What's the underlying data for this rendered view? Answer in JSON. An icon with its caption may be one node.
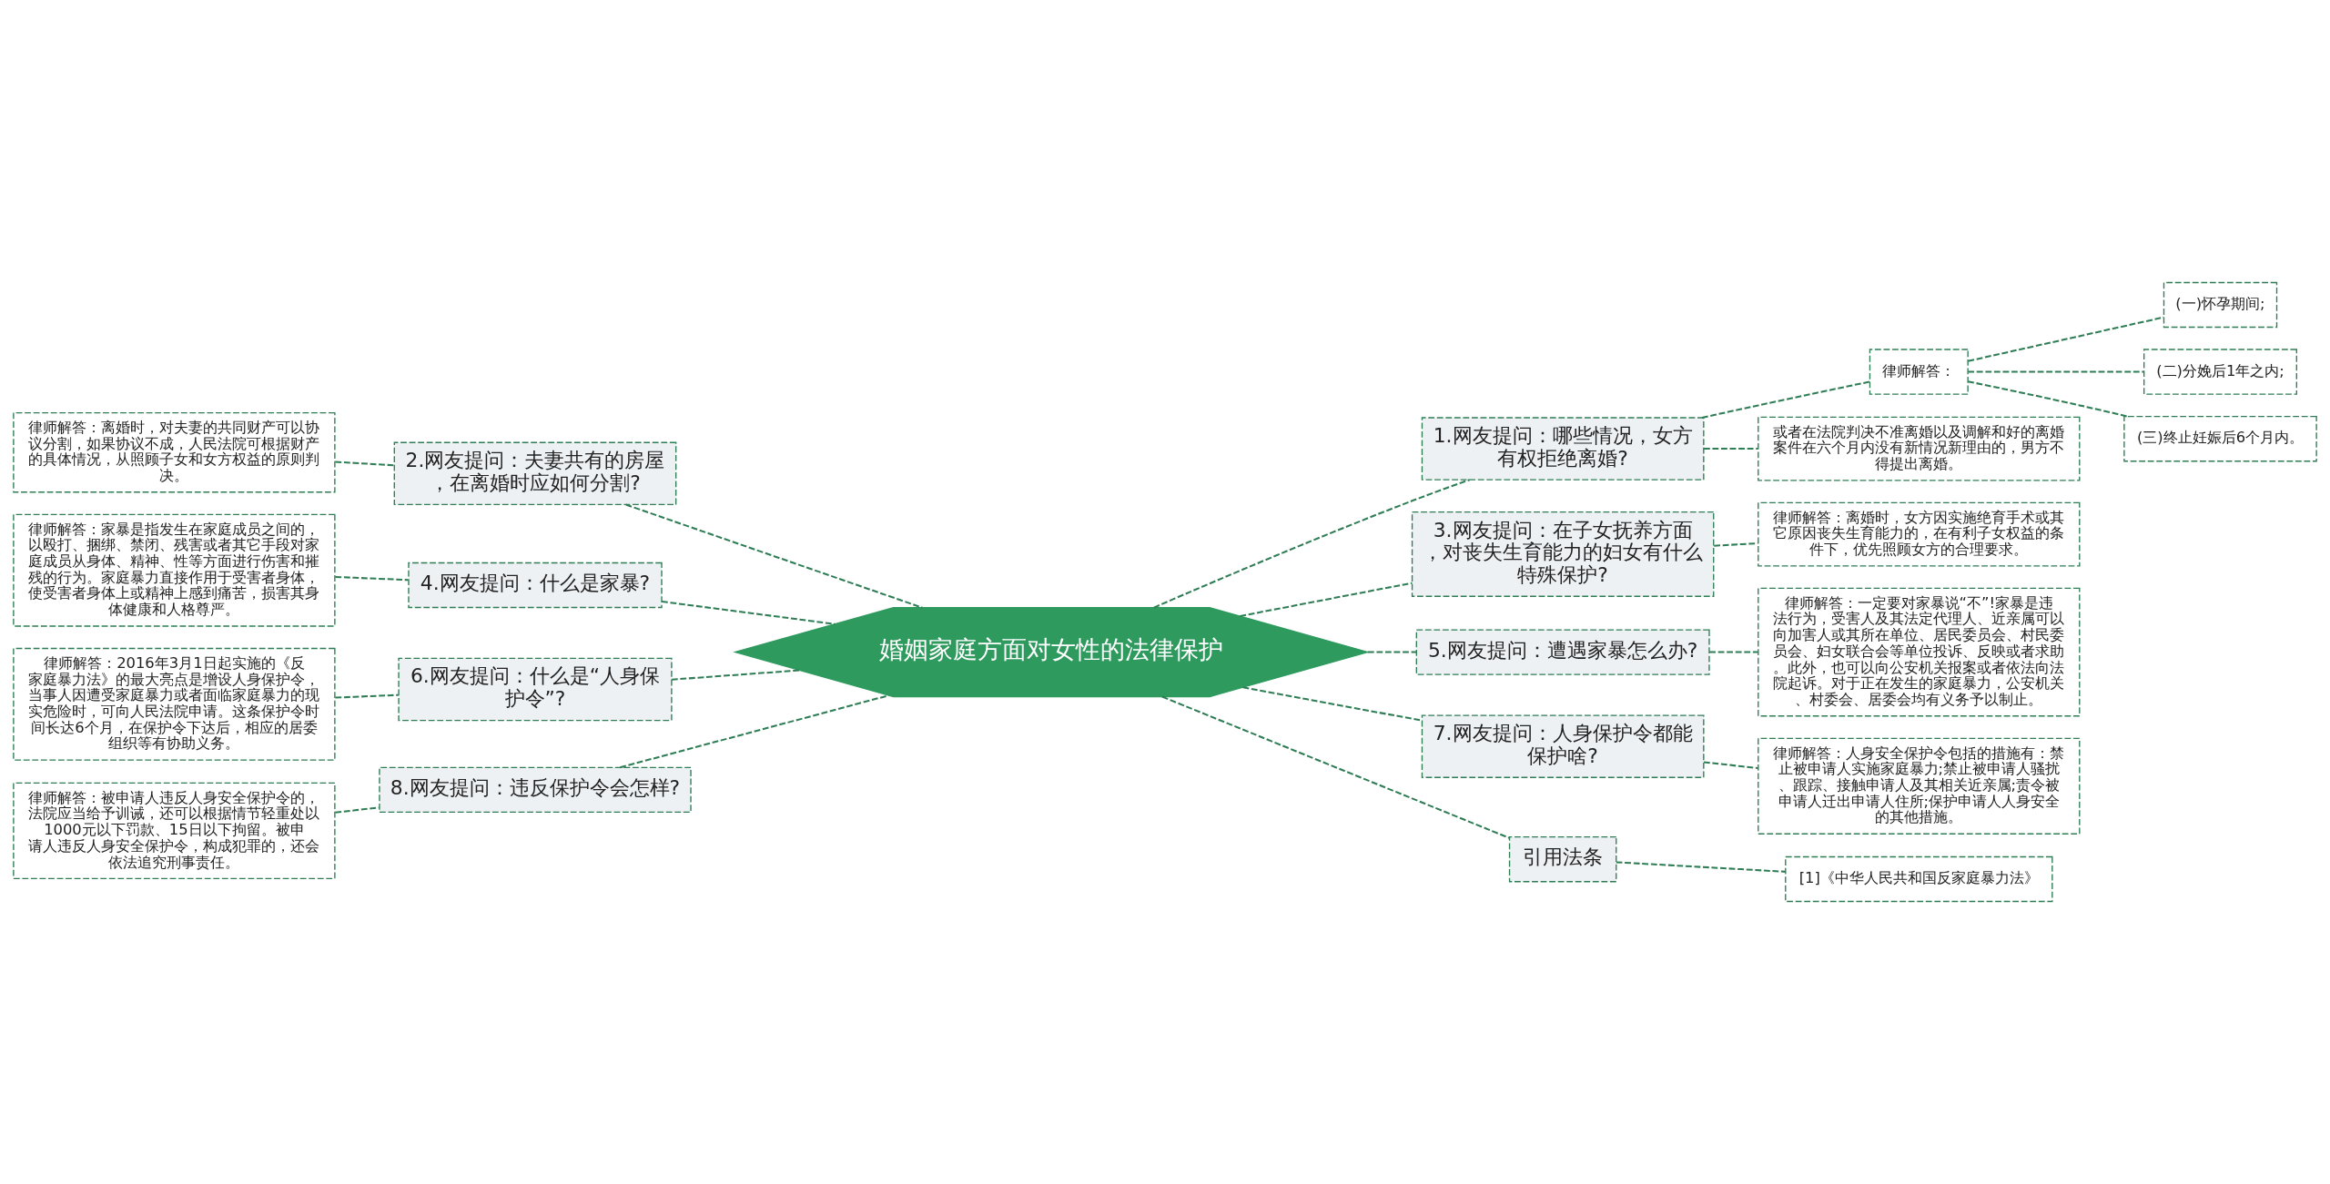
{
  "diagram": {
    "nodes": [
      {
        "text": [
          "婚姻家庭方面对女性的法律保护"
        ]
      },
      {
        "text": [
          "1.网友提问：哪些情况，女方有权拒绝离婚?"
        ]
      },
      {
        "text": [
          "律师解答："
        ]
      },
      {
        "text": [
          "(一)怀孕期间;"
        ]
      },
      {
        "text": [
          "(二)分娩后1年之内;"
        ]
      },
      {
        "text": [
          "(三)终止妊娠后6个月内。"
        ]
      },
      {
        "text": [
          "或者在法院判决不准离婚以及调解和好的离婚案件在六个月内没有新情况新理由的，男方不得提出离婚。"
        ]
      },
      {
        "text": [
          "2.网友提问：夫妻共有的房屋，在离婚时应如何分割?"
        ]
      },
      {
        "text": [
          "律师解答：离婚时，对夫妻的共同财产可以协议分割，如果协议不成，人民法院可根据财产的具体情况，从照顾子女和女方权益的原则判决。"
        ]
      },
      {
        "text": [
          "3.网友提问：在子女抚养方面，对丧失生育能力的妇女有什么特殊保护?"
        ]
      },
      {
        "text": [
          "律师解答：离婚时，女方因实施绝育手术或其它原因丧失生育能力的，在有利子女权益的条件下，优先照顾女方的合理要求。"
        ]
      },
      {
        "text": [
          "4.网友提问：什么是家暴?"
        ]
      },
      {
        "text": [
          "律师解答：家暴是指发生在家庭成员之间的，以殴打、捆绑、禁闭、残害或者其它手段对家庭成员从身体、精神、性等方面进行伤害和摧残的行为。家庭暴力直接作用于受害者身体，使受害者身体上或精神上感到痛苦，损害其身体健康和人格尊严。"
        ]
      },
      {
        "text": [
          "5.网友提问：遭遇家暴怎么办?"
        ]
      },
      {
        "text": [
          "律师解答：一定要对家暴说“不”!家暴是违法行为，受害人及其法定代理人、近亲属可以向加害人或其所在单位、居民委员会、村民委员会、妇女联合会等单位投诉、反映或者求助。此外，也可以向公安机关报案或者依法向法院起诉。对于正在发生的家庭暴力，公安机关、村委会、居委会均有义务予以制止。"
        ]
      },
      {
        "text": [
          "6.网友提问：什么是“人身保护令”?"
        ]
      },
      {
        "text": [
          "律师解答：2016年3月1日起实施的《反家庭暴力法》的最大亮点是增设人身保护令，当事人因遭受家庭暴力或者面临家庭暴力的现实危险时，可向人民法院申请。这条保护令时间长达6个月，在保护令下达后，相应的居委组织等有协助义务。"
        ]
      },
      {
        "text": [
          "7.网友提问：人身保护令都能保护啥?"
        ]
      },
      {
        "text": [
          "律师解答：人身安全保护令包括的措施有：禁止被申请人实施家庭暴力;禁止被申请人骚扰、跟踪、接触申请人及其相关近亲属;责令被申请人迁出申请人住所;保护申请人人身安全的其他措施。"
        ]
      },
      {
        "text": [
          "8.网友提问：违反保护令会怎样?"
        ]
      },
      {
        "text": [
          "律师解答：被申请人违反人身安全保护令的，法院应当给予训诫，还可以根据情节轻重处以1000元以下罚款、15日以下拘留。被申请人违反人身安全保护令，构成犯罪的，还会依法追究刑事责任。"
        ]
      },
      {
        "text": [
          "引用法条"
        ]
      },
      {
        "text": [
          "[1]《中华人民共和国反家庭暴力法》"
        ]
      }
    ],
    "edges": [
      {
        "from": 0,
        "to": 1,
        "arrow": "none"
      },
      {
        "from": 1,
        "to": 2,
        "arrow": "none"
      },
      {
        "from": 2,
        "to": 3,
        "arrow": "none"
      },
      {
        "from": 2,
        "to": 4,
        "arrow": "none"
      },
      {
        "from": 2,
        "to": 5,
        "arrow": "none"
      },
      {
        "from": 1,
        "to": 6,
        "arrow": "none"
      },
      {
        "from": 7,
        "to": 0,
        "arrow": "none"
      },
      {
        "from": 8,
        "to": 7,
        "arrow": "none"
      },
      {
        "from": 0,
        "to": 9,
        "arrow": "none"
      },
      {
        "from": 9,
        "to": 10,
        "arrow": "none"
      },
      {
        "from": 11,
        "to": 0,
        "arrow": "none"
      },
      {
        "from": 12,
        "to": 11,
        "arrow": "none"
      },
      {
        "from": 0,
        "to": 13,
        "arrow": "none"
      },
      {
        "from": 13,
        "to": 14,
        "arrow": "none"
      },
      {
        "from": 15,
        "to": 0,
        "arrow": "none"
      },
      {
        "from": 16,
        "to": 15,
        "arrow": "none"
      },
      {
        "from": 0,
        "to": 17,
        "arrow": "none"
      },
      {
        "from": 17,
        "to": 18,
        "arrow": "none"
      },
      {
        "from": 19,
        "to": 0,
        "arrow": "none"
      },
      {
        "from": 20,
        "to": 19,
        "arrow": "none"
      },
      {
        "from": 0,
        "to": 21,
        "arrow": "none"
      },
      {
        "from": 21,
        "to": 22,
        "arrow": "none"
      }
    ]
  }
}
